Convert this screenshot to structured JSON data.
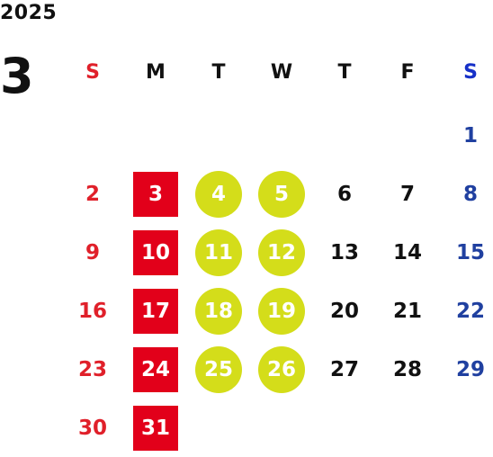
{
  "calendar": {
    "year": "2025",
    "month": "3",
    "colors": {
      "sunday": "#e0202a",
      "saturday": "#2040a0",
      "weekday": "#111111",
      "red_day_bg": "#e2001a",
      "olive_day_bg": "#d4dd1a",
      "on_shape_text": "#ffffff"
    },
    "weekdays": [
      {
        "label": "S",
        "color": "#e0202a"
      },
      {
        "label": "M",
        "color": "#111111"
      },
      {
        "label": "T",
        "color": "#111111"
      },
      {
        "label": "W",
        "color": "#111111"
      },
      {
        "label": "T",
        "color": "#111111"
      },
      {
        "label": "F",
        "color": "#111111"
      },
      {
        "label": "S",
        "color": "#1630c8"
      }
    ],
    "days": [
      {
        "label": "1",
        "week": 0,
        "dow": 6,
        "style": "plain"
      },
      {
        "label": "2",
        "week": 1,
        "dow": 0,
        "style": "plain"
      },
      {
        "label": "3",
        "week": 1,
        "dow": 1,
        "style": "red"
      },
      {
        "label": "4",
        "week": 1,
        "dow": 2,
        "style": "olive"
      },
      {
        "label": "5",
        "week": 1,
        "dow": 3,
        "style": "olive"
      },
      {
        "label": "6",
        "week": 1,
        "dow": 4,
        "style": "plain"
      },
      {
        "label": "7",
        "week": 1,
        "dow": 5,
        "style": "plain"
      },
      {
        "label": "8",
        "week": 1,
        "dow": 6,
        "style": "plain"
      },
      {
        "label": "9",
        "week": 2,
        "dow": 0,
        "style": "plain"
      },
      {
        "label": "10",
        "week": 2,
        "dow": 1,
        "style": "red"
      },
      {
        "label": "11",
        "week": 2,
        "dow": 2,
        "style": "olive"
      },
      {
        "label": "12",
        "week": 2,
        "dow": 3,
        "style": "olive"
      },
      {
        "label": "13",
        "week": 2,
        "dow": 4,
        "style": "plain"
      },
      {
        "label": "14",
        "week": 2,
        "dow": 5,
        "style": "plain"
      },
      {
        "label": "15",
        "week": 2,
        "dow": 6,
        "style": "plain"
      },
      {
        "label": "16",
        "week": 3,
        "dow": 0,
        "style": "plain"
      },
      {
        "label": "17",
        "week": 3,
        "dow": 1,
        "style": "red"
      },
      {
        "label": "18",
        "week": 3,
        "dow": 2,
        "style": "olive"
      },
      {
        "label": "19",
        "week": 3,
        "dow": 3,
        "style": "olive"
      },
      {
        "label": "20",
        "week": 3,
        "dow": 4,
        "style": "plain"
      },
      {
        "label": "21",
        "week": 3,
        "dow": 5,
        "style": "plain"
      },
      {
        "label": "22",
        "week": 3,
        "dow": 6,
        "style": "plain"
      },
      {
        "label": "23",
        "week": 4,
        "dow": 0,
        "style": "plain"
      },
      {
        "label": "24",
        "week": 4,
        "dow": 1,
        "style": "red"
      },
      {
        "label": "25",
        "week": 4,
        "dow": 2,
        "style": "olive"
      },
      {
        "label": "26",
        "week": 4,
        "dow": 3,
        "style": "olive"
      },
      {
        "label": "27",
        "week": 4,
        "dow": 4,
        "style": "plain"
      },
      {
        "label": "28",
        "week": 4,
        "dow": 5,
        "style": "plain"
      },
      {
        "label": "29",
        "week": 4,
        "dow": 6,
        "style": "plain"
      },
      {
        "label": "30",
        "week": 5,
        "dow": 0,
        "style": "plain"
      },
      {
        "label": "31",
        "week": 5,
        "dow": 1,
        "style": "red"
      }
    ]
  }
}
